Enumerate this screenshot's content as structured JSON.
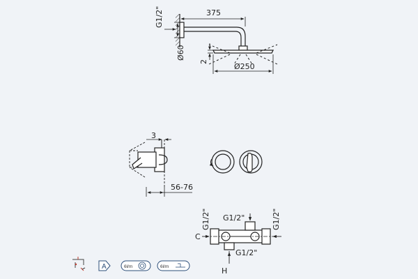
{
  "shower_head": {
    "pipe_thread": "G1/2\"",
    "arm_length": "375",
    "flange_diameter": "Ø60",
    "head_thickness": "2",
    "head_diameter": "Ø250"
  },
  "mixer_body": {
    "plate_thickness": "3",
    "wall_depth_range": "56-76"
  },
  "connections": {
    "left_thread": "G1/2\"",
    "top_thread": "G1/2\"",
    "right_thread": "G1/2\"",
    "bottom_thread": "G1/2\"",
    "label_c": "C",
    "label_h": "H"
  },
  "badges": {
    "energy_class": "A",
    "flow_rate_1": "6l/m",
    "flow_rate_2": "6l/m"
  }
}
